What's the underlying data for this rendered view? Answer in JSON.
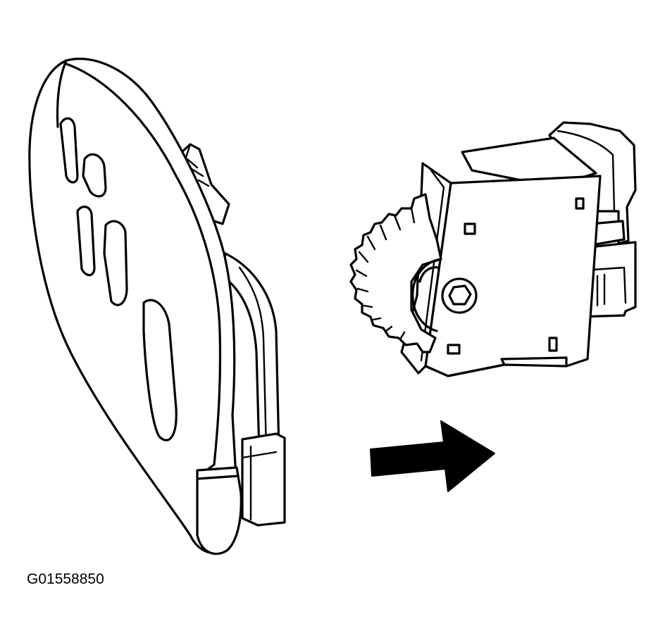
{
  "figure": {
    "id_label": "G01558850",
    "parts": {
      "left_part": "knob-bezel-panel",
      "right_part": "actuator-switch-module",
      "arrow": "direction-arrow"
    },
    "colors": {
      "line": "#000000",
      "background": "#ffffff"
    }
  }
}
